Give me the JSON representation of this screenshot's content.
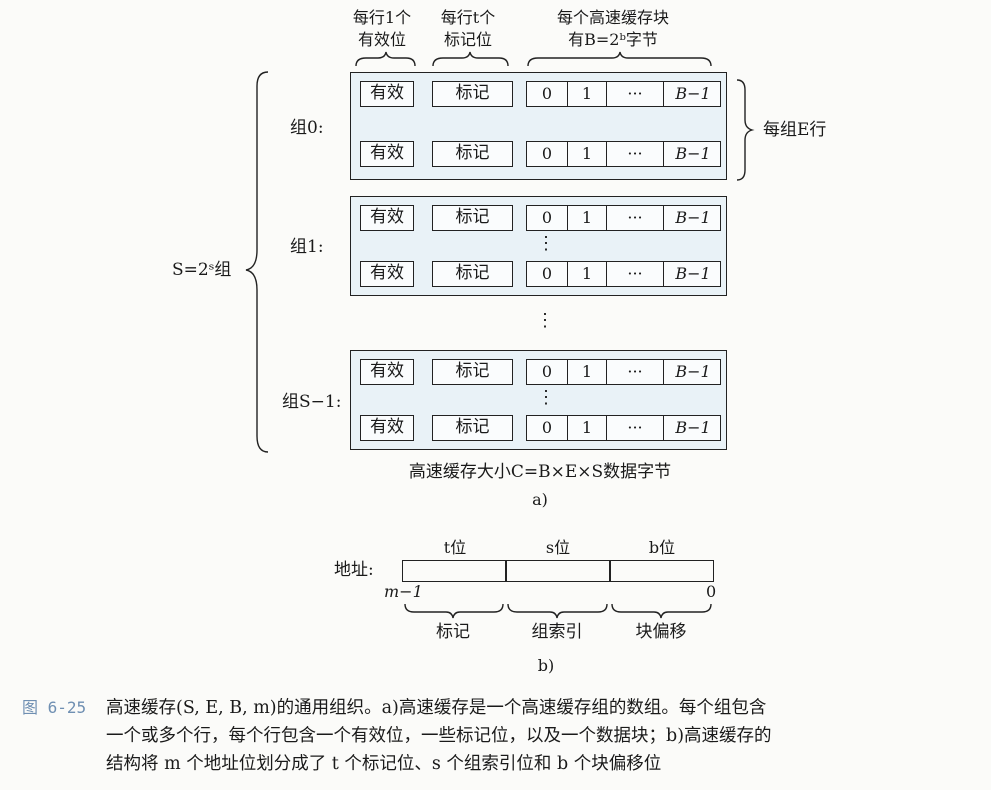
{
  "panel_a": {
    "top_labels": {
      "valid_line1": "每行1个",
      "valid_line2": "有效位",
      "tag_line1": "每行t个",
      "tag_line2": "标记位",
      "block_line1": "每个高速缓存块",
      "block_line2": "有B=2ᵇ字节"
    },
    "lines_per_set": "每组E行",
    "sets_label": "S=2ˢ组",
    "sets": [
      {
        "label": "组0:"
      },
      {
        "label": "组1:"
      },
      {
        "label": "组S−1:"
      }
    ],
    "cells": {
      "valid": "有效",
      "tag": "标记",
      "b0": "0",
      "b1": "1",
      "dots": "···",
      "blast": "B−1"
    },
    "vdots": "⋮",
    "size_caption": "高速缓存大小C=B×E×S数据字节",
    "sublabel": "a)"
  },
  "panel_b": {
    "address_label": "地址:",
    "fields": [
      {
        "top": "t位",
        "bottom": "标记"
      },
      {
        "top": "s位",
        "bottom": "组索引"
      },
      {
        "top": "b位",
        "bottom": "块偏移"
      }
    ],
    "msb": "m−1",
    "lsb": "0",
    "sublabel": "b)"
  },
  "caption": {
    "number": "图 6-25",
    "line1": "高速缓存(S, E, B, m)的通用组织。a)高速缓存是一个高速缓存组的数组。每个组包含",
    "line2": "一个或多个行，每个行包含一个有效位，一些标记位，以及一个数据块；b)高速缓存的",
    "line3": "结构将 m 个地址位划分成了 t 个标记位、s 个组索引位和 b 个块偏移位"
  }
}
